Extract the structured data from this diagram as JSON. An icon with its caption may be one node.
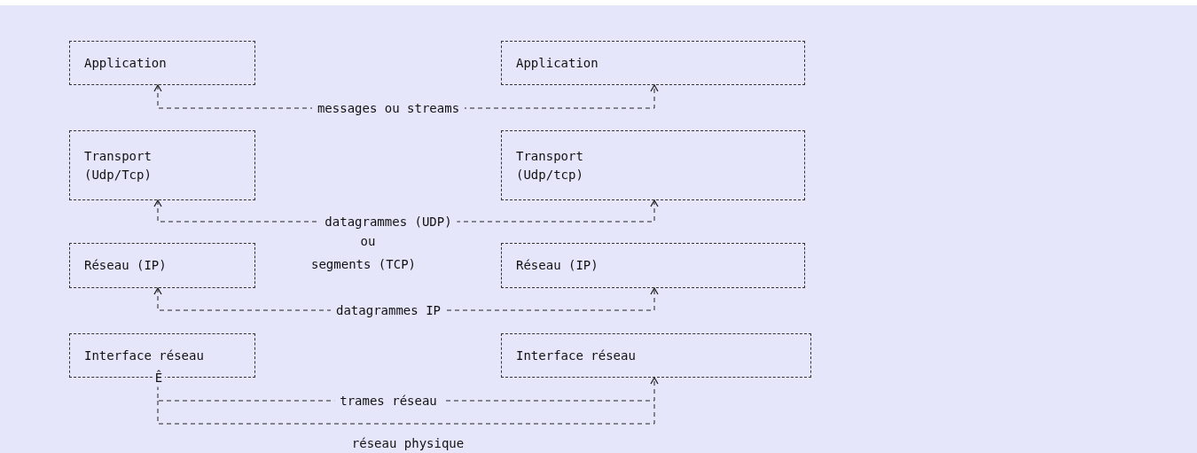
{
  "diagram": {
    "nodes": [
      {
        "text": [
          "Application"
        ]
      },
      {
        "text": [
          "Application"
        ]
      },
      {
        "text": [
          "Transport (Udp/Tcp)"
        ]
      },
      {
        "text": [
          "Transport (Udp/tcp)"
        ]
      },
      {
        "text": [
          "Réseau (IP)"
        ]
      },
      {
        "text": [
          "Réseau (IP)"
        ]
      },
      {
        "text": [
          "Interface réseau"
        ]
      },
      {
        "text": [
          "Interface réseau"
        ]
      }
    ],
    "edges": [
      {
        "from": 0,
        "to": 1,
        "arrow": "both",
        "label": "messages ou streams",
        "style": "dashed"
      },
      {
        "from": 2,
        "to": 3,
        "arrow": "both",
        "label": "datagrammes (UDP)",
        "style": "dashed"
      },
      {
        "from": 4,
        "to": 5,
        "arrow": "both",
        "label": "datagrammes IP",
        "style": "dashed"
      },
      {
        "from": 6,
        "to": 7,
        "arrow": "both",
        "label": "trames réseau",
        "style": "dashed"
      }
    ],
    "labels": [
      "ou",
      "segments (TCP)",
      "Ê",
      "réseau physique"
    ]
  }
}
